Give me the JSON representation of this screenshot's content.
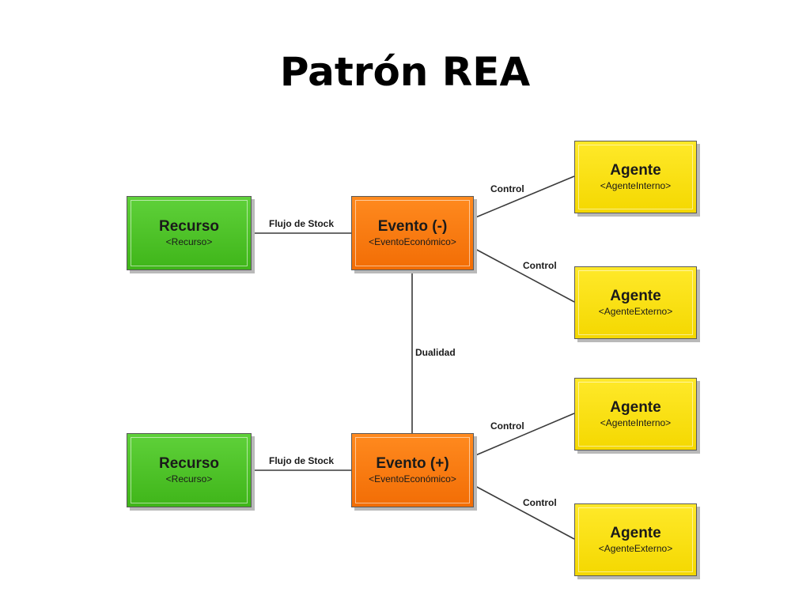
{
  "title": "Patrón REA",
  "recurso_top": {
    "name": "Recurso",
    "stereotype": "<Recurso>"
  },
  "recurso_bottom": {
    "name": "Recurso",
    "stereotype": "<Recurso>"
  },
  "evento_minus": {
    "name": "Evento (-)",
    "stereotype": "<EventoEconómico>"
  },
  "evento_plus": {
    "name": "Evento (+)",
    "stereotype": "<EventoEconómico>"
  },
  "agente_1": {
    "name": "Agente",
    "stereotype": "<AgenteInterno>"
  },
  "agente_2": {
    "name": "Agente",
    "stereotype": "<AgenteExterno>"
  },
  "agente_3": {
    "name": "Agente",
    "stereotype": "<AgenteInterno>"
  },
  "agente_4": {
    "name": "Agente",
    "stereotype": "<AgenteExterno>"
  },
  "edges": {
    "flujo_top": "Flujo de Stock",
    "flujo_bottom": "Flujo de Stock",
    "control_1": "Control",
    "control_2": "Control",
    "control_3": "Control",
    "control_4": "Control",
    "dualidad": "Dualidad"
  },
  "colors": {
    "recurso": "#4fc32a",
    "evento": "#f77a10",
    "agente": "#fae214",
    "line": "#3a3a3a"
  }
}
